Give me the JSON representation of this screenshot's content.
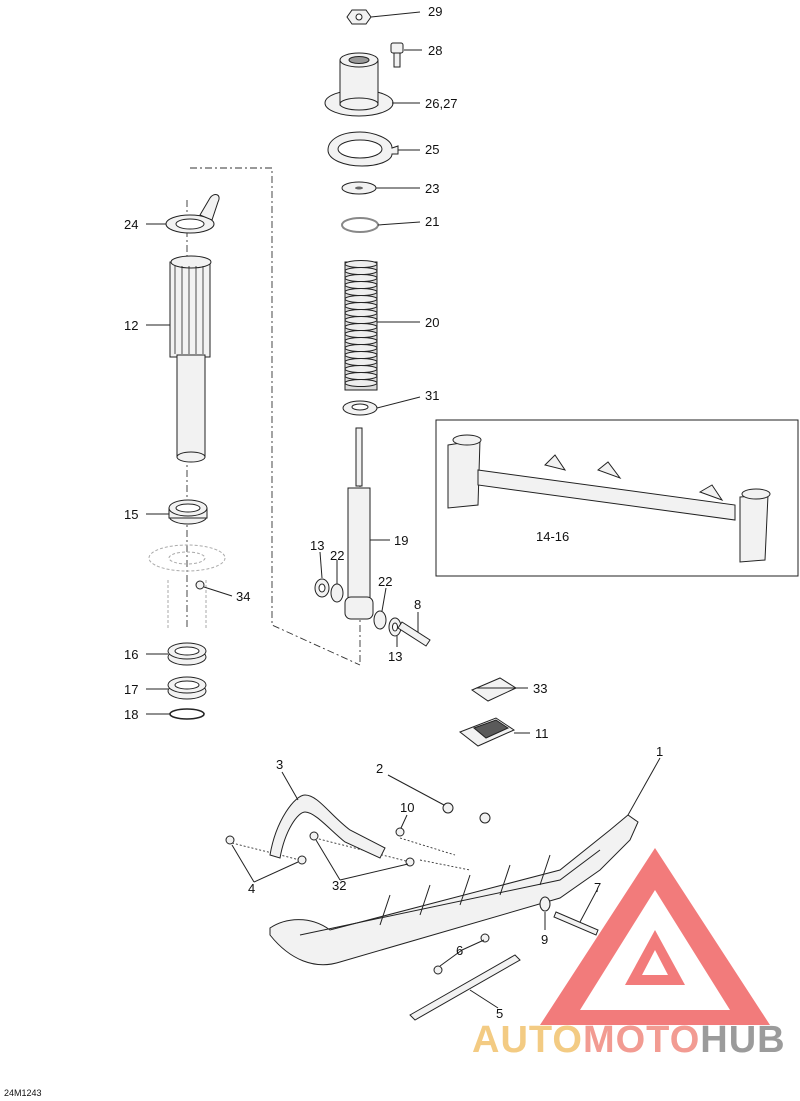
{
  "figure_code": "24M1243",
  "callouts": {
    "c29": "29",
    "c28": "28",
    "c2627": "26,27",
    "c25": "25",
    "c23": "23",
    "c21": "21",
    "c20": "20",
    "c31": "31",
    "c24": "24",
    "c12": "12",
    "c15": "15",
    "c34": "34",
    "c16": "16",
    "c17": "17",
    "c18": "18",
    "c19": "19",
    "c13a": "13",
    "c22a": "22",
    "c22b": "22",
    "c8": "8",
    "c13b": "13",
    "c1416": "14-16",
    "c33": "33",
    "c11": "11",
    "c1": "1",
    "c2": "2",
    "c3": "3",
    "c10": "10",
    "c4": "4",
    "c32": "32",
    "c7": "7",
    "c9": "9",
    "c6": "6",
    "c5": "5"
  },
  "watermark": {
    "part1": "AUTO",
    "part2": "MOTO",
    "part3": "HUB",
    "colors": {
      "part1": "#f2c36e",
      "part2": "#f08a80",
      "part3": "#8a8a8a",
      "triangle": "#f06464"
    }
  }
}
